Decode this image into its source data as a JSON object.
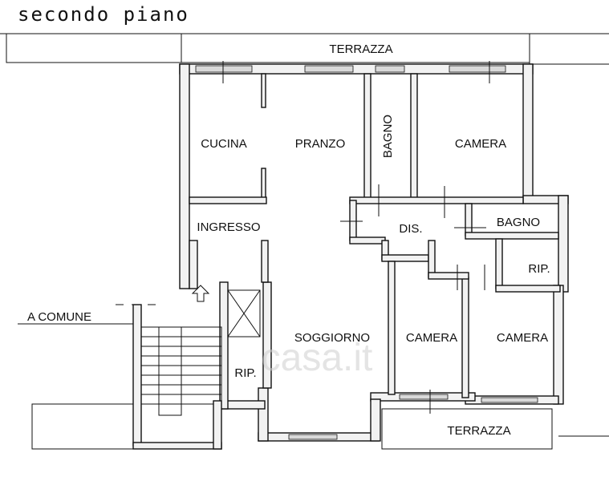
{
  "title": "secondo piano",
  "watermark": "casa.it",
  "rooms": {
    "terrazza_top": "TERRAZZA",
    "cucina": "CUCINA",
    "pranzo": "PRANZO",
    "bagno_1": "BAGNO",
    "camera_1": "CAMERA",
    "ingresso": "INGRESSO",
    "dis": "DIS.",
    "bagno_2": "BAGNO",
    "rip_1": "RIP.",
    "soggiorno": "SOGGIORNO",
    "camera_2": "CAMERA",
    "camera_3": "CAMERA",
    "rip_2": "RIP.",
    "terrazza_bottom": "TERRAZZA"
  },
  "a_comune": "A COMUNE"
}
